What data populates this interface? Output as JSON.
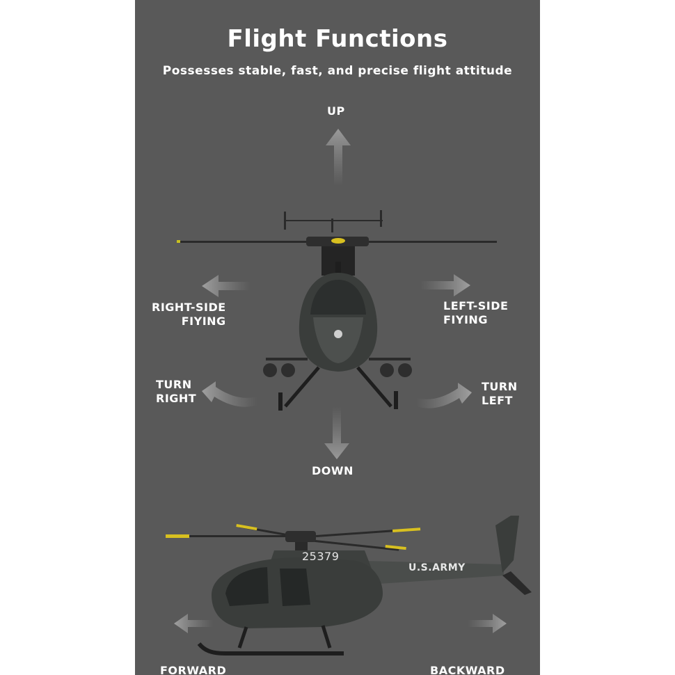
{
  "header": {
    "title": "Flight Functions",
    "subtitle": "Possesses stable, fast, and precise flight attitude"
  },
  "directions": {
    "up": "UP",
    "down": "DOWN",
    "right_side_line1": "RIGHT-SIDE",
    "right_side_line2": "FIYING",
    "left_side_line1": "LEFT-SIDE",
    "left_side_line2": "FIYING",
    "turn_right_line1": "TURN",
    "turn_right_line2": "RIGHT",
    "turn_left_line1": "TURN",
    "turn_left_line2": "LEFT",
    "forward": "FORWARD",
    "backward": "BACKWARD"
  },
  "helicopter": {
    "tail_number": "25379",
    "marking": "U.S.ARMY"
  },
  "colors": {
    "panel_background": "#595959",
    "text": "#ffffff",
    "arrow": "#8a8a8a",
    "helicopter_body": "#3a3d3b",
    "blade_tip": "#d8c020"
  }
}
